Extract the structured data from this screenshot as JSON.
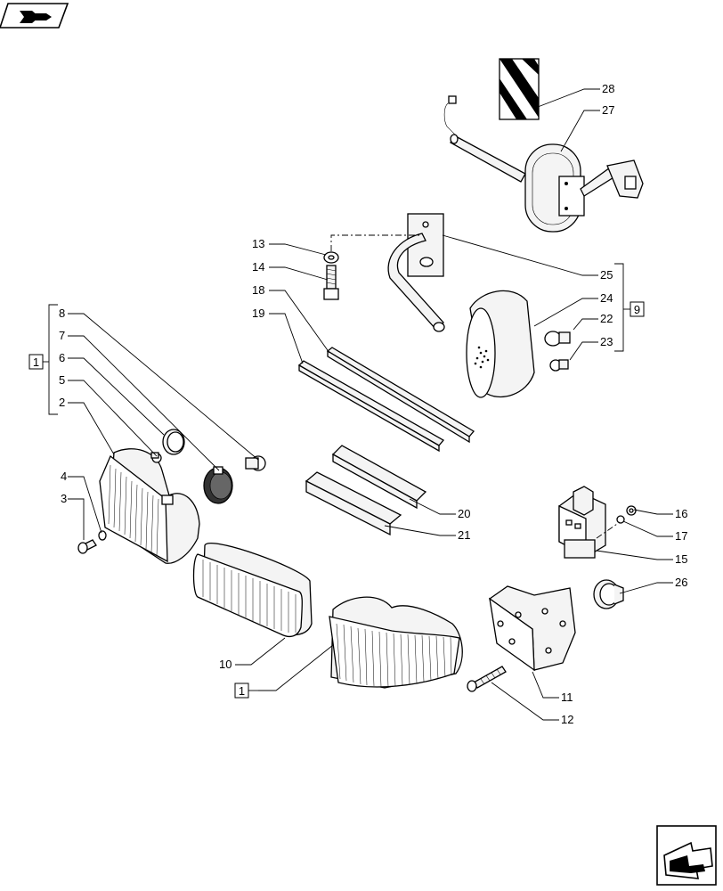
{
  "navigation": {
    "back_icon": "arrow-back-icon",
    "next_icon": "arrow-next-icon"
  },
  "callouts": {
    "p28": "28",
    "p27": "27",
    "p25": "25",
    "p24": "24",
    "p22": "22",
    "p23": "23",
    "p13": "13",
    "p14": "14",
    "p18": "18",
    "p19": "19",
    "p8": "8",
    "p7": "7",
    "p6": "6",
    "p5": "5",
    "p2": "2",
    "p4": "4",
    "p3": "3",
    "p20": "20",
    "p21": "21",
    "p16": "16",
    "p17": "17",
    "p15": "15",
    "p26": "26",
    "p10": "10",
    "p11": "11",
    "p12": "12"
  },
  "assembly_boxes": {
    "left_group": "1",
    "right_group": "9",
    "bottom_group": "1"
  }
}
